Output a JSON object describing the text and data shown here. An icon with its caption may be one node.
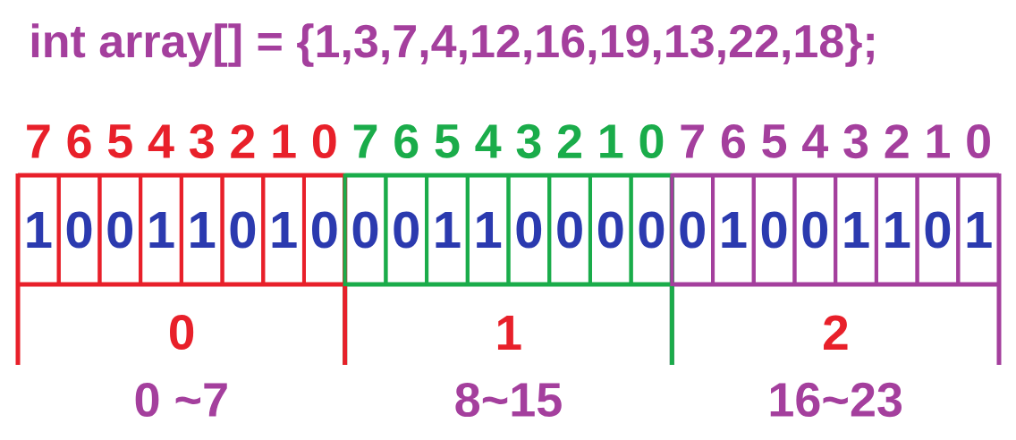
{
  "diagram": {
    "title": "int array[] = {1,3,7,4,12,16,19,13,22,18};",
    "nodes": [
      {
        "text": [
          "0"
        ],
        "beside": [
          "0 ~7"
        ]
      },
      {
        "text": [
          "1"
        ],
        "in": 0,
        "beside": [
          "7"
        ]
      },
      {
        "text": [
          "0"
        ],
        "in": 0,
        "beside": [
          "6"
        ]
      },
      {
        "text": [
          "0"
        ],
        "in": 0,
        "beside": [
          "5"
        ]
      },
      {
        "text": [
          "1"
        ],
        "in": 0,
        "beside": [
          "4"
        ]
      },
      {
        "text": [
          "1"
        ],
        "in": 0,
        "beside": [
          "3"
        ]
      },
      {
        "text": [
          "0"
        ],
        "in": 0,
        "beside": [
          "2"
        ]
      },
      {
        "text": [
          "1"
        ],
        "in": 0,
        "beside": [
          "1"
        ]
      },
      {
        "text": [
          "0"
        ],
        "in": 0,
        "beside": [
          "0"
        ]
      },
      {
        "text": [
          "1"
        ],
        "beside": [
          "8~15"
        ]
      },
      {
        "text": [
          "0"
        ],
        "in": 9,
        "beside": [
          "7"
        ]
      },
      {
        "text": [
          "0"
        ],
        "in": 9,
        "beside": [
          "6"
        ]
      },
      {
        "text": [
          "1"
        ],
        "in": 9,
        "beside": [
          "5"
        ]
      },
      {
        "text": [
          "1"
        ],
        "in": 9,
        "beside": [
          "4"
        ]
      },
      {
        "text": [
          "0"
        ],
        "in": 9,
        "beside": [
          "3"
        ]
      },
      {
        "text": [
          "0"
        ],
        "in": 9,
        "beside": [
          "2"
        ]
      },
      {
        "text": [
          "0"
        ],
        "in": 9,
        "beside": [
          "1"
        ]
      },
      {
        "text": [
          "0"
        ],
        "in": 9,
        "beside": [
          "0"
        ]
      },
      {
        "text": [
          "2"
        ],
        "beside": [
          "16~23"
        ]
      },
      {
        "text": [
          "0"
        ],
        "in": 18,
        "beside": [
          "7"
        ]
      },
      {
        "text": [
          "1"
        ],
        "in": 18,
        "beside": [
          "6"
        ]
      },
      {
        "text": [
          "0"
        ],
        "in": 18,
        "beside": [
          "5"
        ]
      },
      {
        "text": [
          "0"
        ],
        "in": 18,
        "beside": [
          "4"
        ]
      },
      {
        "text": [
          "1"
        ],
        "in": 18,
        "beside": [
          "3"
        ]
      },
      {
        "text": [
          "1"
        ],
        "in": 18,
        "beside": [
          "2"
        ]
      },
      {
        "text": [
          "0"
        ],
        "in": 18,
        "beside": [
          "1"
        ]
      },
      {
        "text": [
          "1"
        ],
        "in": 18,
        "beside": [
          "0"
        ]
      }
    ]
  }
}
